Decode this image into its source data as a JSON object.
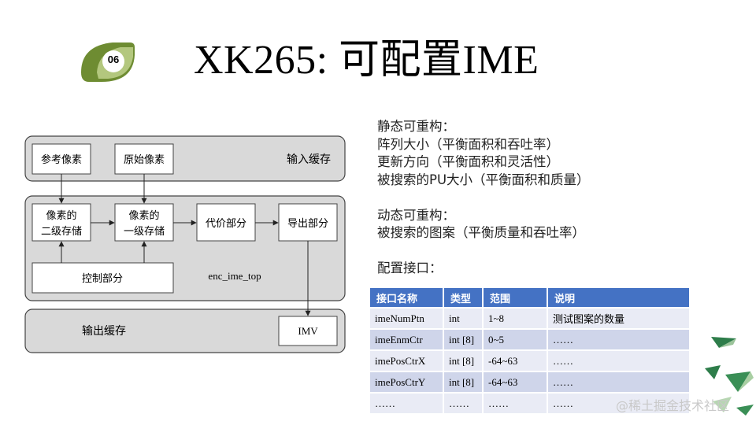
{
  "badge": {
    "number": "06",
    "colors": {
      "dark": "#6e8c32",
      "light": "#b3c77e"
    }
  },
  "title": "XK265: 可配置IME",
  "diagram": {
    "input_buffer": {
      "label": "输入缓存",
      "ref_pixels": "参考像素",
      "orig_pixels": "原始像素"
    },
    "core": {
      "module_name": "enc_ime_top",
      "pixel_l2": [
        "像素的",
        "二级存储"
      ],
      "pixel_l1": [
        "像素的",
        "一级存储"
      ],
      "cost": "代价部分",
      "export": "导出部分",
      "control": "控制部分"
    },
    "output_buffer": {
      "label": "输出缓存",
      "imv": "IMV"
    },
    "colors": {
      "group_fill": "#d9d9d9",
      "stroke": "#444444"
    }
  },
  "notes": {
    "static_title": "静态可重构：",
    "static_items": [
      "阵列大小（平衡面积和吞吐率）",
      "更新方向（平衡面积和灵活性）",
      "被搜索的PU大小（平衡面积和质量）"
    ],
    "dynamic_title": "动态可重构：",
    "dynamic_items": [
      "被搜索的图案（平衡质量和吞吐率）"
    ],
    "interface_title": "配置接口："
  },
  "table": {
    "headers": [
      "接口名称",
      "类型",
      "范围",
      "说明"
    ],
    "rows": [
      [
        "imeNumPtn",
        "int",
        "1~8",
        "测试图案的数量"
      ],
      [
        "imeEnmCtr",
        "int [8]",
        "0~5",
        "……"
      ],
      [
        "imePosCtrX",
        "int [8]",
        "-64~63",
        "……"
      ],
      [
        "imePosCtrY",
        "int [8]",
        "-64~63",
        "……"
      ],
      [
        "……",
        "……",
        "……",
        "……"
      ]
    ],
    "colors": {
      "header": "#4472c4",
      "row_odd": "#cfd5ea",
      "row_even": "#e9ebf5"
    }
  },
  "watermark": "@稀土掘金技术社区"
}
